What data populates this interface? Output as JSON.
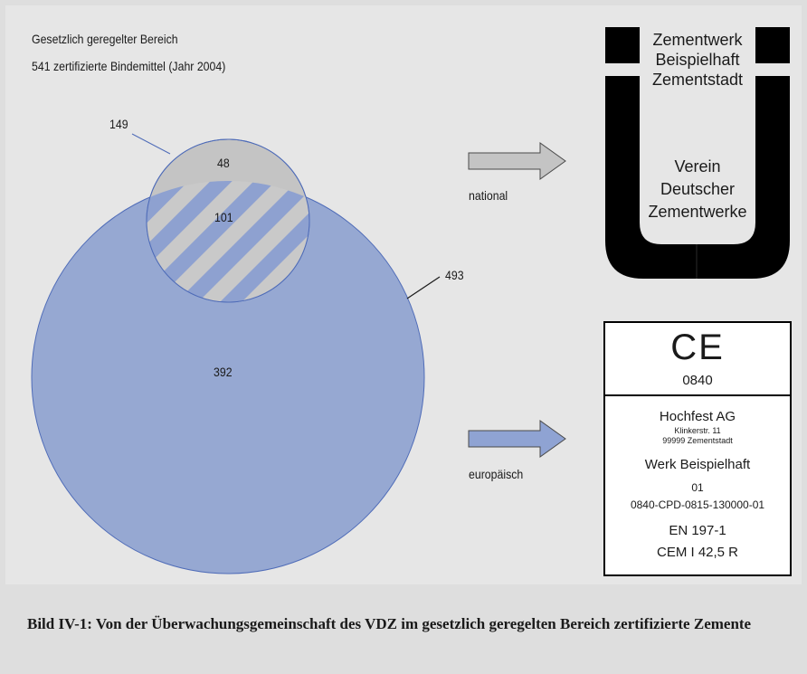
{
  "header": {
    "line1": "Gesetzlich geregelter Bereich",
    "line2": "541 zertifizierte Bindemittel (Jahr 2004)"
  },
  "venn": {
    "small_circle_total": "149",
    "small_only": "48",
    "intersection": "101",
    "large_circle_total": "493",
    "large_only": "392",
    "colors": {
      "small": "#c4c4c4",
      "large": "#96a8d2",
      "stroke": "#4f6cb8",
      "hatch": "#8ea1d0"
    }
  },
  "arrows": {
    "national_label": "national",
    "european_label": "europäisch",
    "national_color": "#c4c4c4",
    "european_color": "#8fa3d3"
  },
  "national_mark": {
    "top_lines": [
      "Zementwerk",
      "Beispielhaft",
      "Zementstadt"
    ],
    "bottom_lines": [
      "Verein",
      "Deutscher",
      "Zementwerke"
    ]
  },
  "ce_label": {
    "ce_symbol": "CE",
    "notified_body": "0840",
    "company": "Hochfest AG",
    "street": "Klinkerstr. 11",
    "city": "99999 Zementstadt",
    "plant": "Werk Beispielhaft",
    "year": "01",
    "certificate": "0840-CPD-0815-130000-01",
    "standard": "EN 197-1",
    "cement_type": "CEM I 42,5 R"
  },
  "caption": {
    "text": "Bild IV-1: Von der Überwachungsgemeinschaft des VDZ im gesetzlich geregelten Bereich zertifizierte Zemente"
  }
}
